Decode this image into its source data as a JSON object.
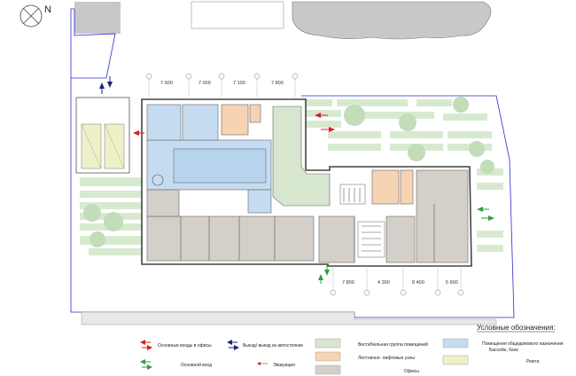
{
  "north_label": "N",
  "dimensions_top": [
    "7 600",
    "7 000",
    "7 100",
    "7 800"
  ],
  "dimensions_bottom": [
    "7 800",
    "4 300",
    "8 400",
    "5 600"
  ],
  "legend": {
    "title": "Условные обозначения:",
    "items": {
      "office_entrances": "Основные входы в офисы",
      "parking_exit": "Выезд/ выезд из автостоянки",
      "main_entrance": "Основной вход",
      "evacuation": "Эвакуация",
      "vestibule": "Вестибюльная группа помещений",
      "stairs_lifts": "Лестнично- лифтовые узлы",
      "offices": "Офисы",
      "public_line1": "Помещения общедомового назначения",
      "public_line2": "Бассейн, банк",
      "repair": "Ремта"
    }
  },
  "colors": {
    "pool_blue": "#c5dcf0",
    "vestibule_green": "#d6e6cf",
    "stairs_orange": "#f6d3b2",
    "offices_gray": "#d4cfc8",
    "repair_yellow": "#eef0c8",
    "landscape_green": "#d7ead0",
    "building_gray": "#c8c8c8",
    "arrow_red": "#d62020",
    "arrow_blue": "#1a237e",
    "arrow_green": "#2e9e3e",
    "site_line": "#2a2acc"
  }
}
